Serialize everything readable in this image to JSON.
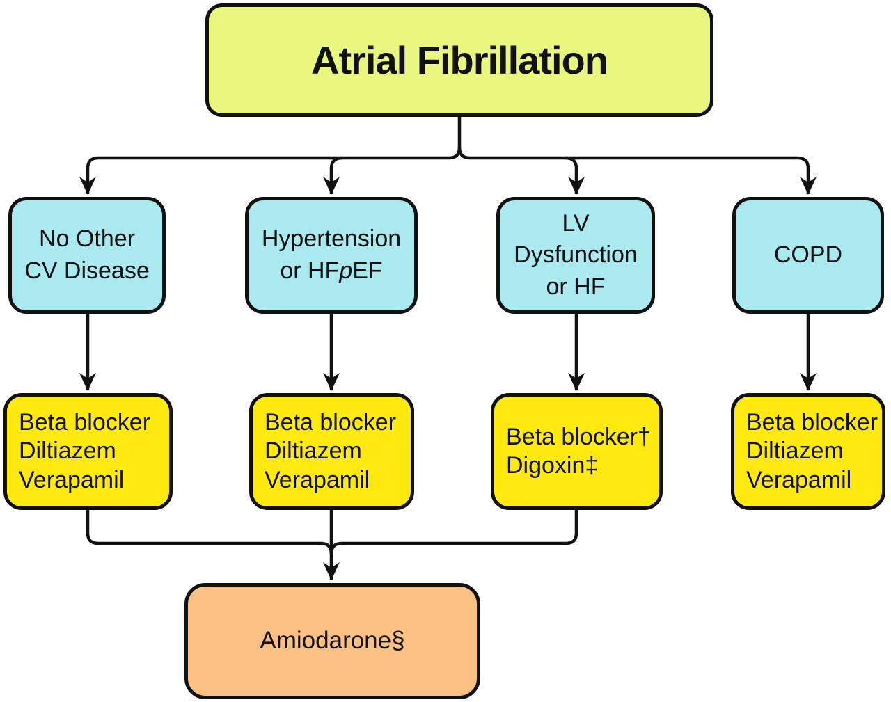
{
  "diagram": {
    "root": {
      "label": "Atrial Fibrillation"
    },
    "conditions": [
      {
        "lines": [
          "No Other",
          "CV Disease"
        ]
      },
      {
        "line1": "Hypertension",
        "line2_pre": "or HF",
        "line2_italic": "p",
        "line2_post": "EF"
      },
      {
        "lines": [
          "LV",
          "Dysfunction",
          "or HF"
        ]
      },
      {
        "lines": [
          "COPD"
        ]
      }
    ],
    "treatments": [
      {
        "lines": [
          "Beta blocker",
          "Diltiazem",
          "Verapamil"
        ]
      },
      {
        "lines": [
          "Beta blocker",
          "Diltiazem",
          "Verapamil"
        ]
      },
      {
        "lines": [
          "Beta blocker†",
          "Digoxin‡"
        ]
      },
      {
        "lines": [
          "Beta blocker",
          "Diltiazem",
          "Verapamil"
        ]
      }
    ],
    "final": {
      "label": "Amiodarone§"
    }
  },
  "colors": {
    "root-fill": "#e9f67f",
    "condition-fill": "#abe9f1",
    "treatment-fill": "#ffe90e",
    "final-fill": "#fbc183",
    "line": "#111111",
    "text": "#111111",
    "background": "#ffffff"
  }
}
